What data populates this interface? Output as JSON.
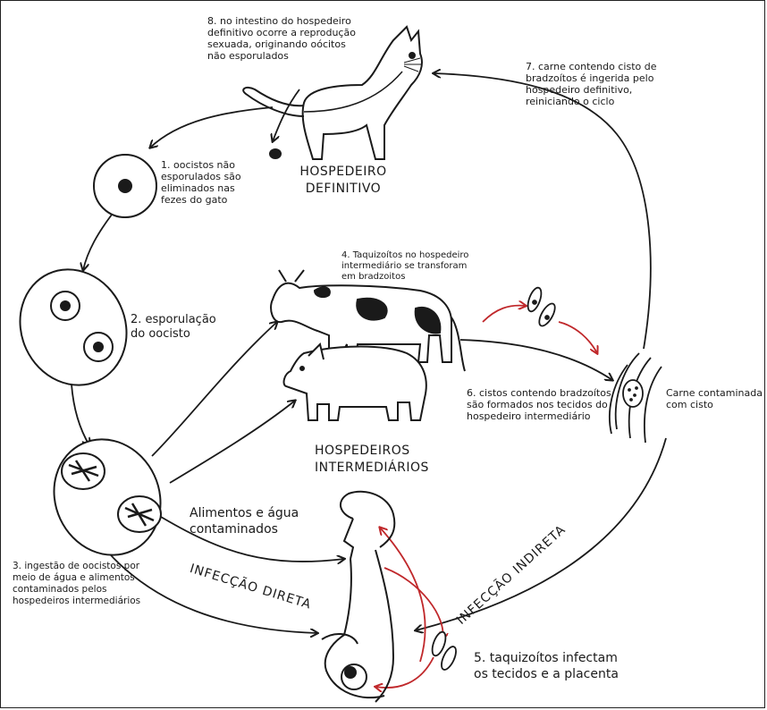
{
  "colors": {
    "ink": "#1a1a1a",
    "arrow_red": "#c0282b",
    "background": "#ffffff"
  },
  "labels": {
    "step1": "1. oocistos não\nesporulados são\neliminados nas\nfezes do gato",
    "step2": "2. esporulação\ndo oocisto",
    "step3": "3. ingestão de oocistos por\nmeio de água e alimentos\ncontaminados pelos\nhospedeiros intermediários",
    "step4": "4. Taquizoítos no hospedeiro\nintermediário se transforam\nem bradzoitos",
    "step5": "5. taquizoítos infectam\nos tecidos e a placenta",
    "step6": "6. cistos contendo bradzoítos\nsão formados nos tecidos do\nhospedeiro intermediário",
    "step7": "7. carne contendo cisto de\nbradzoítos é ingerida pelo\nhospedeiro definitivo,\nreiniciando o ciclo",
    "step8": "8. no intestino do hospedeiro\ndefinitivo ocorre a reprodução\nsexuada, originando oócitos\nnão esporulados",
    "definitive_host": "HOSPEDEIRO\nDEFINITIVO",
    "intermediate_hosts": "HOSPEDEIROS\nINTERMEDIÁRIOS",
    "food_water": "Alimentos e água\ncontaminados",
    "meat": "Carne contaminada\ncom cisto",
    "direct_infection": "INFECÇÃO DIRETA",
    "indirect_infection": "INFECÇÃO INDIRETA"
  },
  "icons": [
    "cat-icon",
    "cow-icon",
    "pig-icon",
    "pregnant-woman-icon",
    "oocyst-icon",
    "sporulated-oocyst-icon",
    "meat-cyst-icon",
    "tachyzoite-icon"
  ]
}
